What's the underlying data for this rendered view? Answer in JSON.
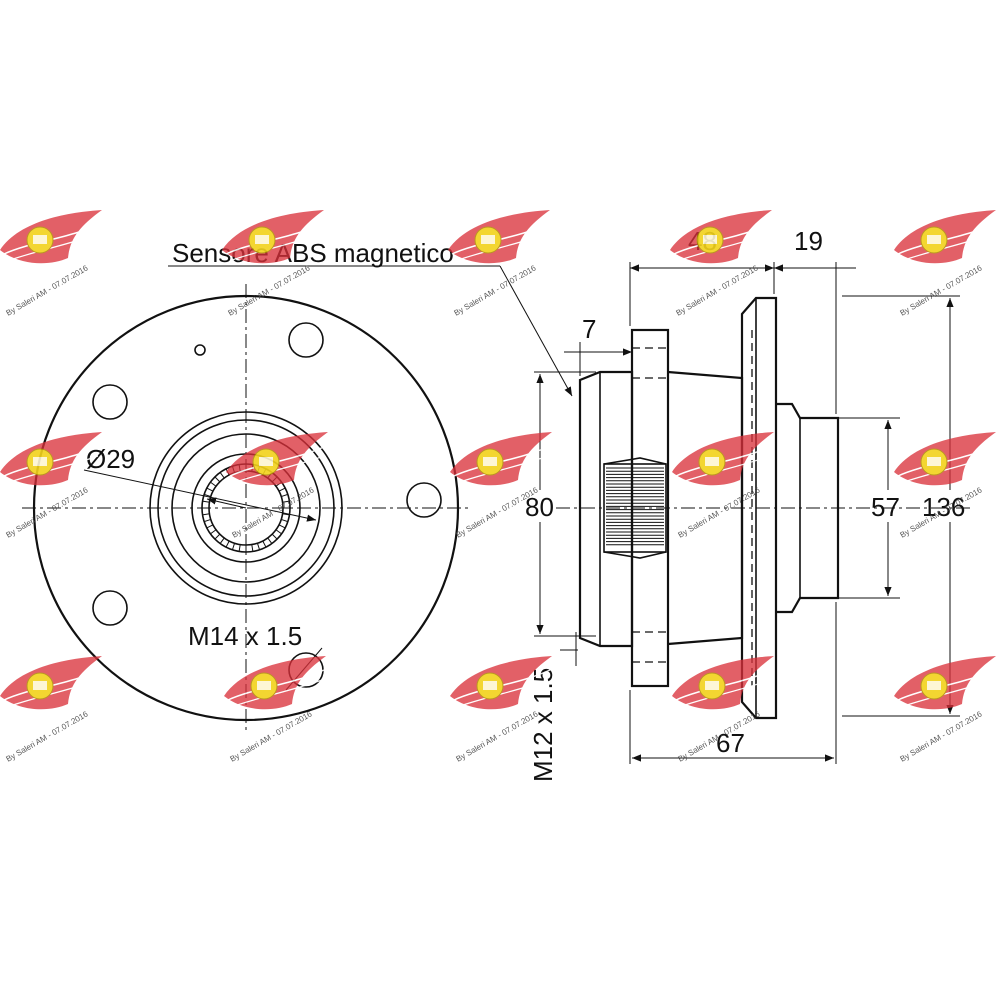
{
  "labels": {
    "abs_sensor": "Sensore ABS magnetico",
    "diameter": "Ø29",
    "wheel_thread": "M14 x 1.5",
    "hub_thread": "M12 x 1.5"
  },
  "dimensions": {
    "bearing_width": "48",
    "flange_offset": "19",
    "ring_width": "7",
    "bore_height": "80",
    "pilot_diameter": "57",
    "flange_diameter": "136",
    "total_length": "67"
  },
  "watermark": {
    "text": "By Saleri AM - 07.07.2016",
    "colors": {
      "wing": "#d9303a",
      "logo": "#f2d21b"
    }
  }
}
